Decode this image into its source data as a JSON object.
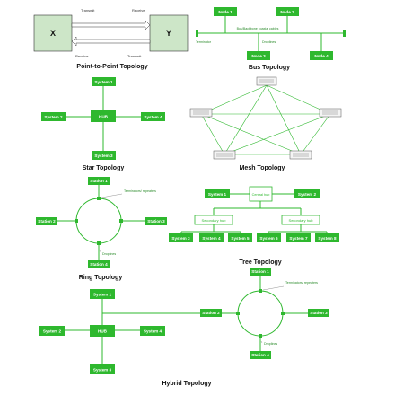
{
  "colors": {
    "green": "#2eb82e",
    "light_green": "#cde6c8",
    "text": "#111111"
  },
  "p2p": {
    "node_x": "X",
    "node_y": "Y",
    "transmit_top": "Transmit",
    "receive_top": "Receive",
    "receive_bottom": "Receive",
    "transmit_bottom": "Transmit",
    "caption": "Point-to-Point Topology"
  },
  "bus": {
    "node1": "Node 1",
    "node2": "Node 2",
    "node3": "Node 3",
    "node4": "Node 4",
    "backbone": "Bus/Backbone coaxial cables",
    "terminator": "Terminator",
    "droplines": "Droplines",
    "caption": "Bus Topology"
  },
  "star": {
    "hub": "HUB",
    "system1": "System 1",
    "system2": "System 2",
    "system3": "System 3",
    "system4": "System 4",
    "caption": "Star Topology"
  },
  "mesh": {
    "caption": "Mesh Topology"
  },
  "ring": {
    "station1": "Station 1",
    "station2": "Station 2",
    "station3": "Station 3",
    "station4": "Station 4",
    "repeaters": "Terminators/ repeaters",
    "droplines": "Droplines",
    "caption": "Ring Topology"
  },
  "tree": {
    "central_hub": "Central hub",
    "system1": "System 1",
    "system2": "System 2",
    "secondary_hub": "Secondary hub",
    "system3": "System 3",
    "system4": "System 4",
    "system5": "System 5",
    "system6": "System 6",
    "system7": "System 7",
    "system8": "System 8",
    "caption": "Tree Topology"
  },
  "hybrid": {
    "hub": "HUB",
    "system1": "System 1",
    "system2": "System 2",
    "system3": "System 3",
    "system4": "System 4",
    "station1": "Station 1",
    "station2": "Station 2",
    "station3": "Station 3",
    "station4": "Station 4",
    "repeaters": "Terminators/ repeaters",
    "droplines": "Droplines",
    "caption": "Hybrid Topology"
  }
}
